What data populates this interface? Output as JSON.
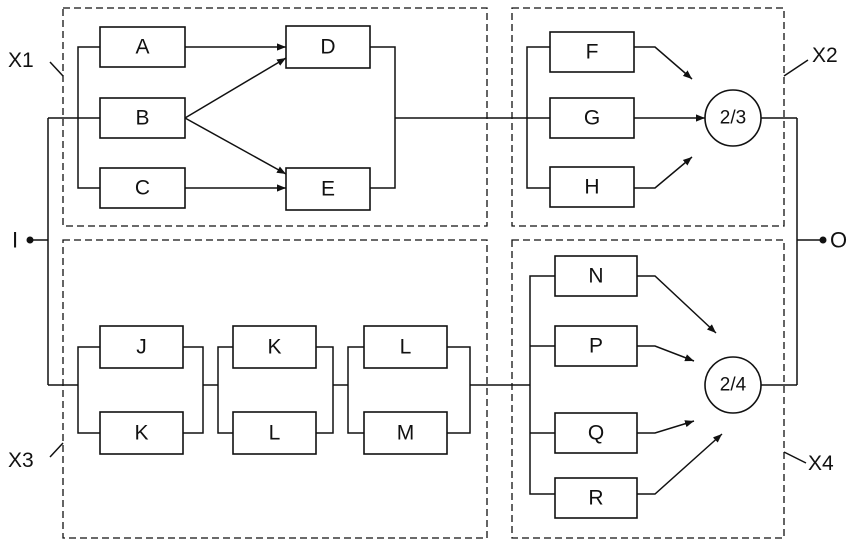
{
  "terminals": {
    "input": "I",
    "output": "O"
  },
  "regions": {
    "x1": "X1",
    "x2": "X2",
    "x3": "X3",
    "x4": "X4"
  },
  "blocks": {
    "a": "A",
    "b": "B",
    "c": "C",
    "d": "D",
    "e": "E",
    "f": "F",
    "g": "G",
    "h": "H",
    "j": "J",
    "k1": "K",
    "k2": "K",
    "l1": "L",
    "l2": "L",
    "m": "M",
    "n": "N",
    "p": "P",
    "q": "Q",
    "r": "R"
  },
  "voters": {
    "v23": "2/3",
    "v24": "2/4"
  },
  "colors": {
    "ink": "#111111",
    "background": "#ffffff"
  }
}
